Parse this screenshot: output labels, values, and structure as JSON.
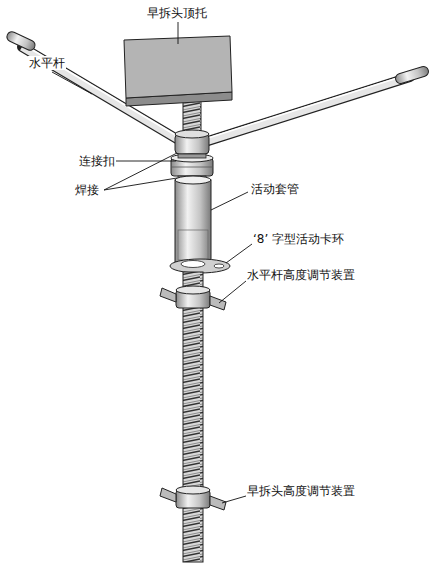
{
  "diagram": {
    "labels": [
      "早拆头顶托",
      "水平杆",
      "连接扣",
      "焊接",
      "活动套管",
      "‘8’ 字型活动卡环",
      "水平杆高度调节装置",
      "早拆头高度调节装置"
    ]
  }
}
